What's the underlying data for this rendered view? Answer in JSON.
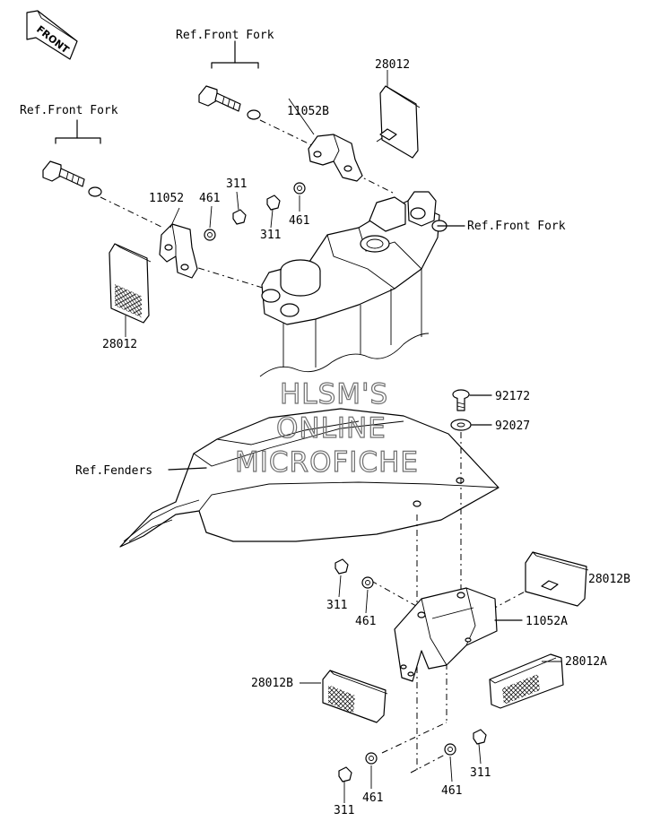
{
  "front_arrow": {
    "label": "FRONT"
  },
  "watermark": {
    "line1": "HLSM'S",
    "line2": "ONLINE",
    "line3": "MICROFICHE"
  },
  "labels": {
    "ref_front_fork_top": "Ref.Front Fork",
    "ref_front_fork_left": "Ref.Front Fork",
    "ref_front_fork_right": "Ref.Front Fork",
    "ref_fenders": "Ref.Fenders",
    "p28012_top": "28012",
    "p28012_left": "28012",
    "p11052b": "11052B",
    "p11052": "11052",
    "p461_a": "461",
    "p311_a": "311",
    "p311_b": "311",
    "p461_b": "461",
    "p92172": "92172",
    "p92027": "92027",
    "p311_c": "311",
    "p461_c": "461",
    "p28012b_right": "28012B",
    "p11052a": "11052A",
    "p28012a": "28012A",
    "p28012b_left": "28012B",
    "p461_d": "461",
    "p461_e": "461",
    "p311_d": "311",
    "p311_e": "311"
  }
}
